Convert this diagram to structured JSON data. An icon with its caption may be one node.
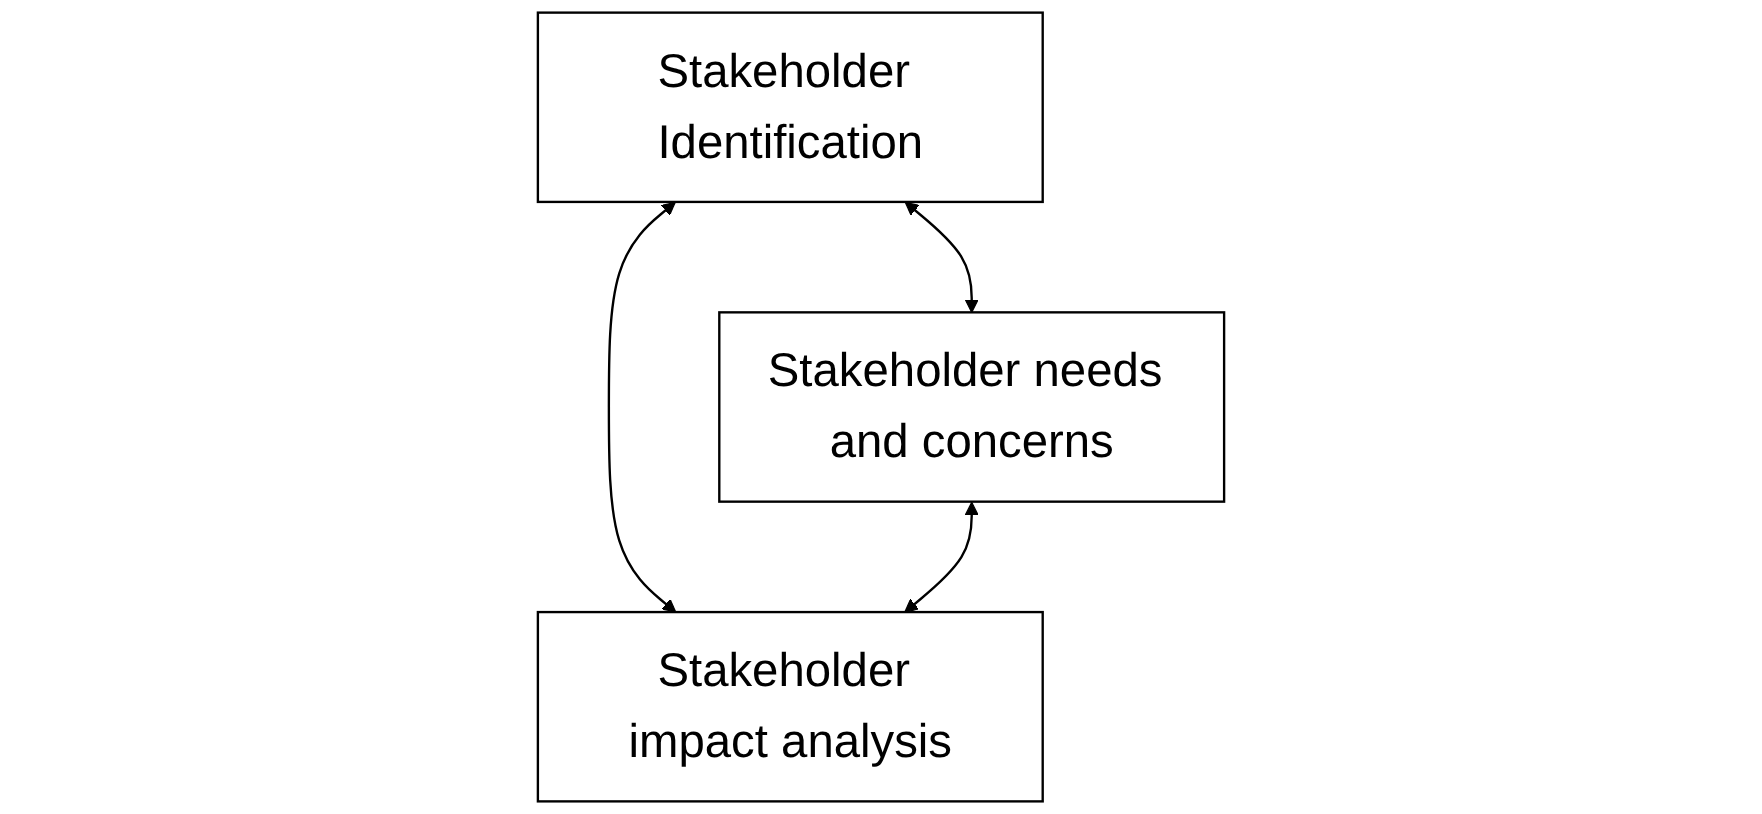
{
  "diagram": {
    "nodes": [
      {
        "text": [
          "Stakeholder Identification"
        ]
      },
      {
        "text": [
          "Stakeholder needs and concerns"
        ]
      },
      {
        "text": [
          "Stakeholder impact analysis"
        ]
      }
    ],
    "edges": [
      {
        "from": 0,
        "to": 1,
        "arrow": "both"
      },
      {
        "from": 0,
        "to": 2,
        "arrow": "both"
      },
      {
        "from": 1,
        "to": 2,
        "arrow": "both"
      }
    ]
  }
}
